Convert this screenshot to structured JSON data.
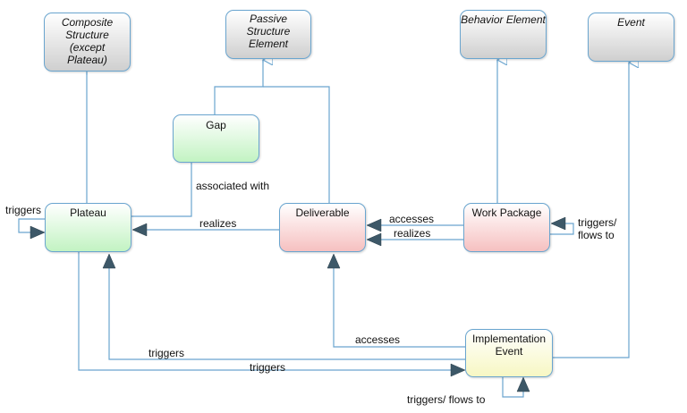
{
  "nodes": {
    "composite_structure": "Composite Structure (except Plateau)",
    "passive_structure": "Passive Structure Element",
    "behavior_element": "Behavior Element",
    "event": "Event",
    "gap": "Gap",
    "plateau": "Plateau",
    "deliverable": "Deliverable",
    "work_package": "Work Package",
    "implementation_event": "Implementation Event"
  },
  "edges": {
    "plateau_triggers_self": "triggers",
    "gap_associated_with": "associated with",
    "deliverable_realizes_plateau": "realizes",
    "wp_accesses_deliverable": "accesses",
    "wp_realizes_deliverable": "realizes",
    "wp_triggers_self": "triggers/\nflows to",
    "event_accesses_deliverable": "accesses",
    "event_triggers_plateau": "triggers",
    "plateau_triggers_event": "triggers",
    "event_triggers_self": "triggers/ flows to"
  },
  "colors": {
    "line": "#6aa5cf",
    "arrowhead": "#3d5868",
    "abstract_fill": "#d3d3d3",
    "gap_plateau_fill": "#c6f5c6",
    "deliverable_workpackage_fill": "#f8c6c6",
    "event_fill": "#f9f9c6"
  }
}
